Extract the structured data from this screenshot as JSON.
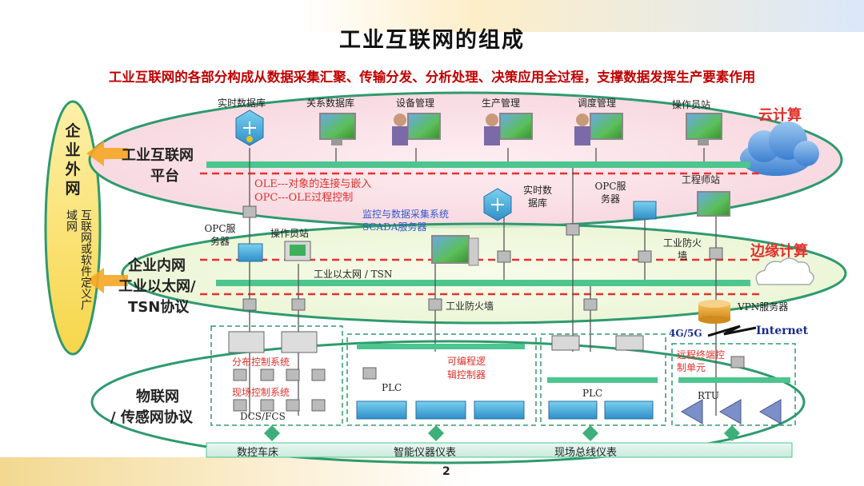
{
  "title": "工业互联网的组成",
  "subtitle": "工业互联网的各部分构成从数据采集汇聚、传输分发、分析处理、决策应用全过程，支撑数据发挥生产要素作用",
  "left_panel": {
    "enterprise_external_network": "企业外网",
    "internet_or_sdwan": "互联网或软件定义广域网"
  },
  "layers": {
    "platform": "工业互联网平台",
    "enterprise": "企业内网工业以太网/TSN协议",
    "iot": "物联网/传感网协议"
  },
  "layer_lines": {
    "platform_1": "工业互联网",
    "platform_2": "平台",
    "enterprise_1": "企业内网",
    "enterprise_2": "工业以太网/",
    "enterprise_3": "TSN协议",
    "iot_1": "物联网",
    "iot_2": "/ 传感网协议"
  },
  "cloud_label": "云计算",
  "edge_label": "边缘计算",
  "top_devices": [
    "实时数据库",
    "关系数据库",
    "设备管理",
    "生产管理",
    "调度管理",
    "操作员站"
  ],
  "platform_labels": {
    "ole_line1": "OLE---对象的连接与嵌入",
    "ole_line2": "OPC---OLE过程控制",
    "realtime_db": "实时数据库",
    "opc_server": "OPC服务器",
    "engineer_station": "工程师站"
  },
  "enterprise_labels": {
    "opc_server": "OPC服务器",
    "operator_station": "操作员站",
    "scada": "监控与数据采集系统SCADA服务器",
    "industrial_firewall_1": "工业防火墙",
    "ethernet": "工业以太网 / TSN",
    "industrial_firewall_2": "工业防火墙",
    "vpn_server": "VPN服务器",
    "wireless": "4G/5G",
    "internet": "Internet"
  },
  "field_labels": {
    "dcs": "分布控制系统",
    "fcs": "现场控制系统",
    "dcs_fcs": "DCS/FCS",
    "plc1": "PLC",
    "plc_full": "可编程逻辑控制器",
    "plc2": "PLC",
    "rtu_full": "远程终端控制单元",
    "rtu": "RTU"
  },
  "bottom_bar": [
    "数控车床",
    "智能仪器仪表",
    "现场总线仪表"
  ],
  "page_number": "2",
  "colors": {
    "ellipse_green": "#2e9a6e",
    "bus_green": "#4cc58e",
    "red_dash": "#e8302f",
    "red_text": "#e0302a",
    "left_panel_fill": "#fbe27a"
  }
}
